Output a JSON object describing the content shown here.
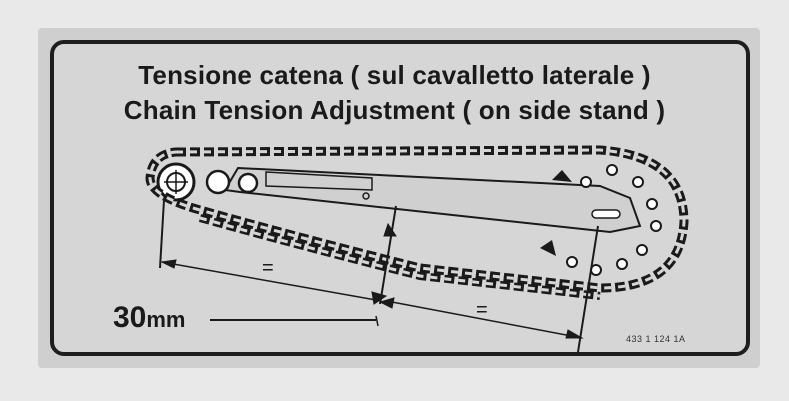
{
  "label": {
    "title_it": "Tensione catena ( sul cavalletto laterale )",
    "title_en": "Chain Tension Adjustment ( on side stand )",
    "measure_value": "30",
    "measure_unit": "mm",
    "equal_left": "=",
    "equal_right": "=",
    "part_number": "433 1 124 1A"
  },
  "colors": {
    "background": "#e9e9e9",
    "panel": "#d6d6d6",
    "ink": "#1a1a1a"
  },
  "icons": [
    "front-sprocket-icon",
    "rear-sprocket-icon",
    "chain-icon",
    "swingarm-icon"
  ]
}
